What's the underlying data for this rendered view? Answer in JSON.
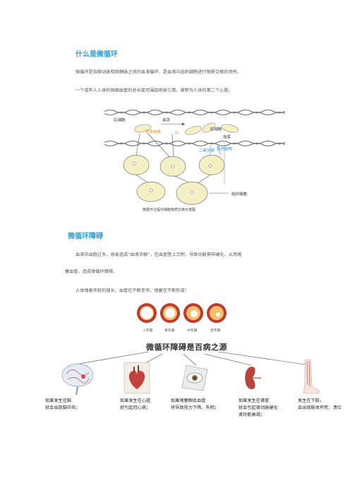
{
  "section1": {
    "title": "什么是微循环",
    "para1": "微循环是指微动脉和微静脉之间的血液循环，是血液与组织细胞进行物质交换的场所。",
    "para2": "一个成年人人体的微细血管的总长度可围绕地球三周，被称为人体的第二个心脏。"
  },
  "diagram": {
    "labels": {
      "rbc_left": "红细胞",
      "blood_flow": "血流",
      "rbc_right": "红细胞",
      "nutrients": "营养物质",
      "oxygen": "O",
      "plasma": "血浆",
      "co2": "二氧化碳",
      "metabolites": "其他废物",
      "tissue_cell": "组织细胞"
    },
    "caption": "微循环过程中细胞物质交换示意图"
  },
  "section2": {
    "title": "微循环障碍",
    "para1_line1": "血液中血脂过多，容易造成“血液浓稠”，在血管壁上沉积，导致动脉粥样硬化，从而堵",
    "para1_line2": "塞血管，造成微循环障碍。",
    "para2": "人体随着年龄的增长，血管在不断变窄，堵塞在不断形成！"
  },
  "vessels": {
    "labels": [
      "少年期",
      "青年期",
      "中年期",
      "老年期"
    ]
  },
  "banner": "微循环障碍是百病之源",
  "organs": [
    {
      "line1": "如果发生在脑",
      "line2": "就会出现脑中风；",
      "line3": ""
    },
    {
      "line1": "如果发生在心脏",
      "line2": "就引起冠心病；",
      "line3": ""
    },
    {
      "line1": "如果堵塞眼底血管",
      "line2": "将导致视力下降，失明；",
      "line3": ""
    },
    {
      "line1": "如果发生在肾脏",
      "line2": "就会引起肾动脉硬化",
      "line3": "肾功能衰竭；"
    },
    {
      "line1": "发生在下肢，",
      "line2": "会出现肢体坏死，溃烂",
      "line3": ""
    }
  ],
  "colors": {
    "accent": "#2aa0d8",
    "vessel": "#c0392b",
    "cell": "#f2eebd"
  }
}
